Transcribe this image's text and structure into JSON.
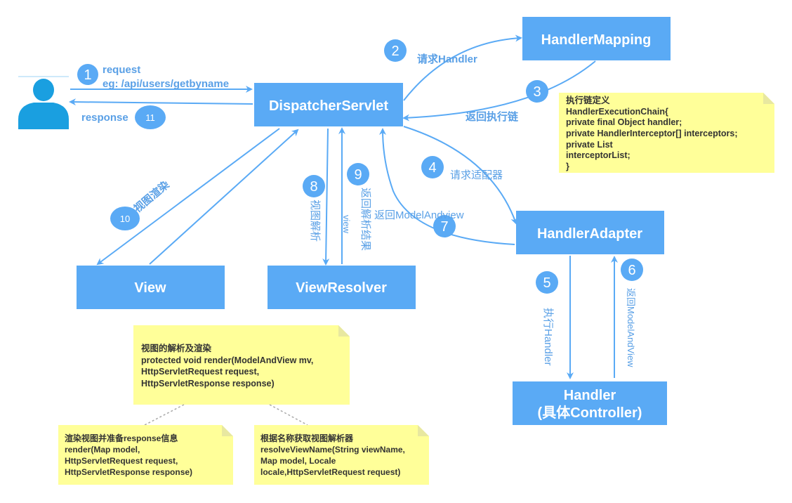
{
  "boxes": {
    "dispatcher": "DispatcherServlet",
    "handler_mapping": "HandlerMapping",
    "handler_adapter": "HandlerAdapter",
    "view": "View",
    "view_resolver": "ViewResolver",
    "handler_line1": "Handler",
    "handler_line2": "(具体Controller)"
  },
  "steps": {
    "s1": "1",
    "s2": "2",
    "s3": "3",
    "s4": "4",
    "s5": "5",
    "s6": "6",
    "s7": "7",
    "s8": "8",
    "s9": "9",
    "s10": "10",
    "s11": "11"
  },
  "labels": {
    "request": "request",
    "request_eg": "eg:  /api/users/getbyname",
    "response": "response",
    "req_handler": "请求Handler",
    "return_chain": "返回执行链",
    "req_adapter": "请求适配器",
    "return_mav": "返回ModelAndview",
    "exec_handler": "执行Handler",
    "return_mav_vertical": "返回ModelAndView",
    "view_resolve": "视图解析",
    "return_result": "返回解析结果",
    "return_view": "view",
    "view_render": "视图渲染"
  },
  "notes": {
    "chain": [
      "执行链定义",
      "HandlerExecutionChain{",
      "private final Object handler;",
      " private HandlerInterceptor[] interceptors;",
      " private List",
      " interceptorList;",
      "}"
    ],
    "render": [
      "视图的解析及渲染",
      "protected void render(ModelAndView mv,",
      "HttpServletRequest request,",
      "HttpServletResponse response)"
    ],
    "render_prepare": [
      "渲染视图并准备response信息",
      "render(Map model,",
      "HttpServletRequest request,",
      "HttpServletResponse response)"
    ],
    "resolve": [
      "根据名称获取视图解析器",
      "resolveViewName(String viewName,",
      "Map model, Locale",
      "locale,HttpServletRequest request)"
    ]
  },
  "colors": {
    "box": "#5aaaf5",
    "circle": "#5aaaf5",
    "arrow": "#5aaaf5",
    "label": "#5aa0e6",
    "note": "#ffff99",
    "note_fold": "#e8e8a0",
    "user": "#1a9fe0"
  },
  "icons": {
    "user": "user-icon"
  }
}
